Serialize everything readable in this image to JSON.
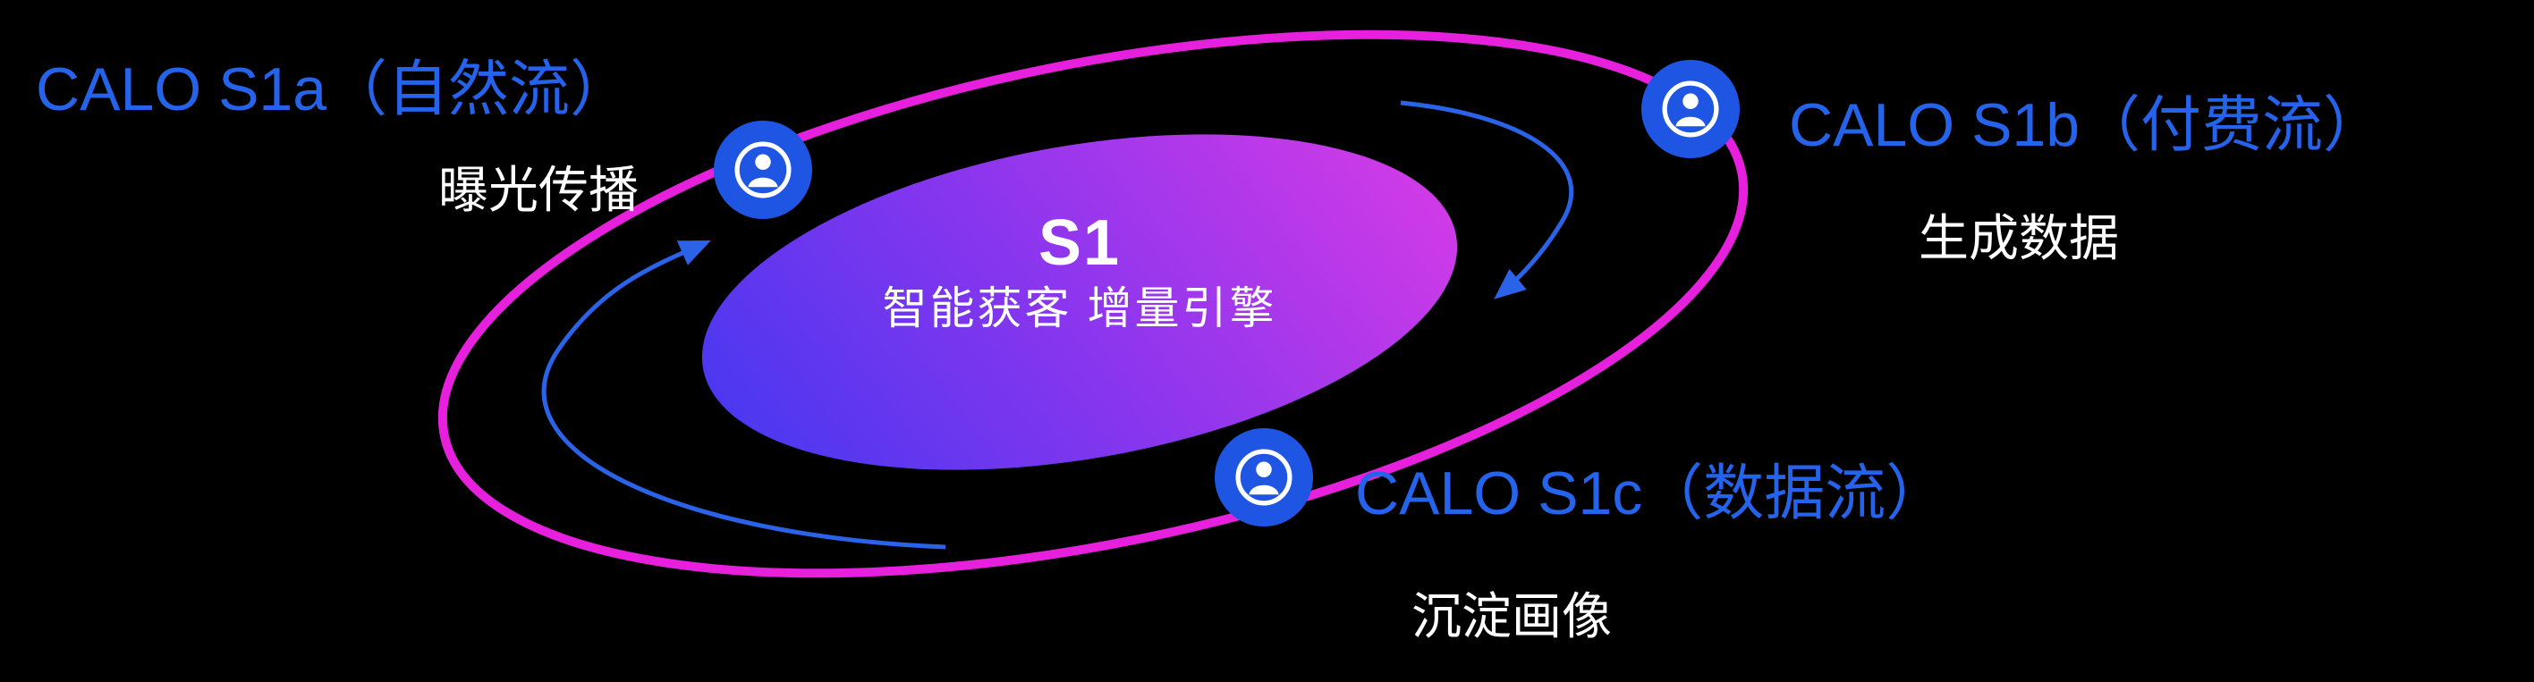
{
  "diagram": {
    "center": {
      "title": "S1",
      "subtitle": "智能获客  增量引擎"
    },
    "nodes": [
      {
        "id": "s1a",
        "label": "CALO S1a（自然流）",
        "sublabel": "曝光传播",
        "icon": "person-icon"
      },
      {
        "id": "s1b",
        "label": "CALO S1b（付费流）",
        "sublabel": "生成数据",
        "icon": "person-icon"
      },
      {
        "id": "s1c",
        "label": "CALO S1c（数据流）",
        "sublabel": "沉淀画像",
        "icon": "person-icon"
      }
    ],
    "colors": {
      "background": "#000000",
      "accent_blue_text": "#2563EB",
      "node_blue": "#1E55E2",
      "orbit_magenta": "#E620DC",
      "arrow_blue": "#2B63E8",
      "core_gradient_start": "#3F38F0",
      "core_gradient_end": "#DC3BE6",
      "text_white": "#FFFFFF"
    }
  }
}
